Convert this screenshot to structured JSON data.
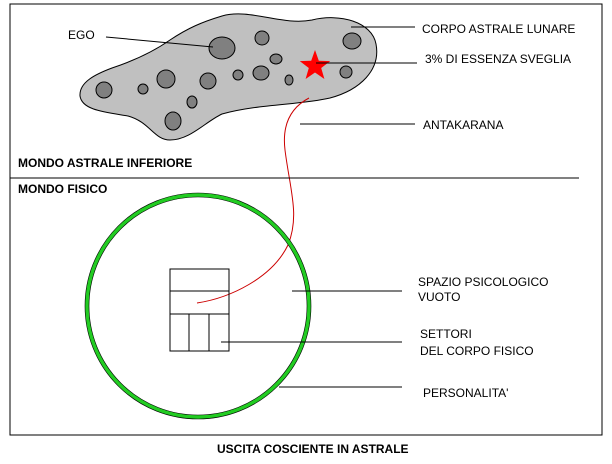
{
  "labels": {
    "ego": "EGO",
    "corpo_astrale": "CORPO ASTRALE LUNARE",
    "essenza": "3% DI ESSENZA SVEGLIA",
    "antakarana": "ANTAKARANA",
    "mondo_astrale": "MONDO ASTRALE INFERIORE",
    "mondo_fisico": "MONDO FISICO",
    "spazio_line1": "SPAZIO PSICOLOGICO",
    "spazio_line2": "VUOTO",
    "settori_line1": "SETTORI",
    "settori_line2": "DEL CORPO FISICO",
    "personalita": "PERSONALITA'",
    "caption": "USCITA COSCIENTE IN ASTRALE"
  },
  "icons": {
    "star": "red-star-icon"
  },
  "colors": {
    "astral_body_fill": "#c0c0c0",
    "spot_fill": "#808080",
    "star": "#ff0000",
    "antakarana_line": "#cc0000",
    "personality_circle": "#22cc22",
    "lines": "#000000"
  }
}
